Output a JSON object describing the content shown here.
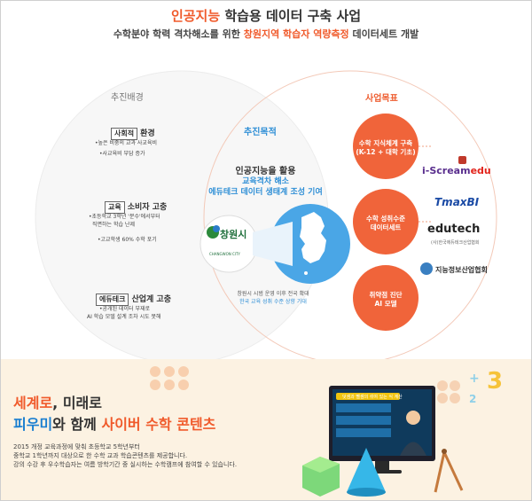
{
  "header": {
    "title_a": "인공지능",
    "title_b": " 학습용 데이터 구축 사업",
    "subtitle_a": "수학분야 학력 격차해소를 위한 ",
    "subtitle_b": "창원지역 학습자 역량측정",
    "subtitle_c": " 데이터세트 개발"
  },
  "background": {
    "label": "추진배경",
    "items": [
      {
        "tag": "사회적",
        "title": "환경",
        "bullets": [
          "•높은 비중의 교과 사교육비",
          "•사교육비 부담 증가"
        ]
      },
      {
        "tag": "교육",
        "title": "소비자 고충",
        "bullets": [
          "•초등학교 3학년 '분수'에서부터",
          "  직면하는 학습 난제",
          "•고교학생 60% 수학 포기"
        ]
      },
      {
        "tag": "에듀테크",
        "title": "산업계 고충",
        "bullets": [
          "•공개된 데이터 부재로",
          "AI 학습 모델 설계 조차 시도 못해"
        ]
      }
    ]
  },
  "purpose": {
    "label": "추진목적",
    "line1": "인공지능을 활용",
    "line2": "교육격차 해소",
    "line3": "에듀테크 데이터 생태계 조성 기여",
    "city_name": "창원시",
    "city_sub": "CHANGWON CITY",
    "caption1": "창원시 시범 운영 이후 전국 확대",
    "caption2": "한국 교육 성취 수준 상향 기대"
  },
  "goals": {
    "label": "사업목표",
    "items": [
      {
        "line1": "수학 지식체계 구축",
        "line2": "(K-12 + 대학 기초)"
      },
      {
        "line1": "수학 성취수준",
        "line2": "데이터세트"
      },
      {
        "line1": "취약점 진단",
        "line2": "AI 모델"
      }
    ]
  },
  "partners": {
    "iscream_a": "i-Scream",
    "iscream_b": "edu",
    "tmax": "TmaxBI",
    "edutech": "edutech",
    "edutech_sub": "(사)한국에듀테크산업협회",
    "kia": "지능정보산업협회"
  },
  "promo": {
    "head1_a": "세계로",
    "head1_b": ", 미래로",
    "head2_a": "피우미",
    "head2_b": "와 함께 ",
    "head2_c": "사이버 수학 콘텐츠",
    "body": [
      "2015 개정 교육과정에 맞춰 초등학교 5학년부터",
      "중학교 1학년까지 대상으로 한 수학 교과 학습콘텐츠를 제공합니다.",
      "강의 수강 후 우수학습자는 여름 방학기간 중 실시하는 수학캠프에 참여할 수 있습니다."
    ],
    "screen_q": "덧셈과 뺄셈의 섞여 있는 식 계산",
    "deco_3": "3",
    "deco_plus": "+",
    "deco_2": "2"
  },
  "colors": {
    "accent_orange": "#f05a2b",
    "accent_blue": "#2f8fd6",
    "goal_circle": "#f0643a",
    "promo_bg": "#fcf2e2"
  }
}
